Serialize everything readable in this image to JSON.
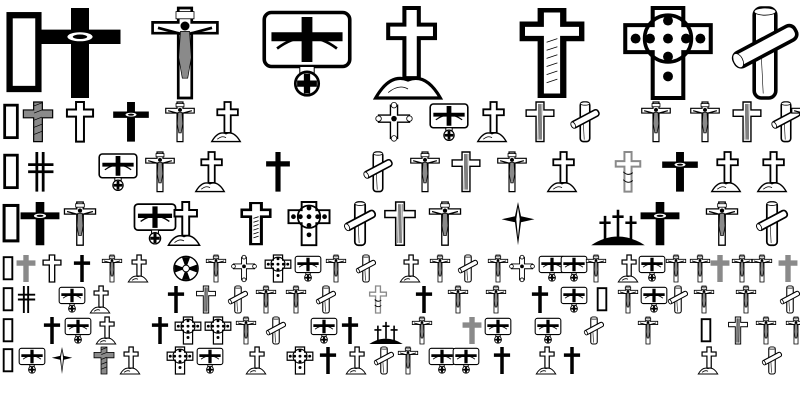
{
  "sheet": {
    "background": "#ffffff",
    "ink": "#000000",
    "ink_gray": "#8a8a8a",
    "rows": [
      {
        "glyphs": [
          "tofu",
          "celtic-cross",
          "crucifix",
          "tribal-cross",
          "hill-cross",
          "bordered-cross",
          "circle-cross",
          "log-cross"
        ]
      },
      {
        "glyphs": [
          "tofu",
          "hatched-cross",
          "outline-cross",
          "celtic-cross",
          "crucifix",
          "hill-cross",
          "ornate-cross",
          "tribal-cross",
          "hill-cross",
          "wood-cross",
          "log-cross",
          "crucifix",
          "crucifix",
          "wood-cross",
          "log-cross",
          "crucifix"
        ]
      },
      {
        "glyphs": [
          "tofu",
          "double-cross",
          "tribal-cross",
          "crucifix",
          "hill-cross",
          "plain-cross",
          "log-cross",
          "crucifix",
          "wood-cross",
          "crucifix",
          "hill-cross",
          "rope-cross",
          "celtic-cross",
          "hill-cross",
          "hill-cross"
        ]
      },
      {
        "glyphs": [
          "tofu",
          "celtic-cross",
          "crucifix",
          "tribal-cross",
          "hill-cross",
          "bordered-cross",
          "circle-cross",
          "log-cross",
          "wood-cross",
          "crucifix",
          "star-cross",
          "calvary",
          "celtic-cross",
          "crucifix",
          "log-cross"
        ]
      },
      {
        "glyphs": [
          "tofu",
          "gray-cross",
          "outline-cross",
          "plain-cross",
          "crucifix",
          "hill-cross",
          "maltese-cross",
          "crucifix",
          "ornate-cross",
          "circle-cross",
          "tribal-cross",
          "crucifix",
          "log-cross",
          "hill-cross",
          "crucifix",
          "log-cross",
          "crucifix",
          "ornate-cross",
          "tribal-cross",
          "tribal-cross",
          "crucifix",
          "hill-cross",
          "tribal-cross",
          "crucifix",
          "crucifix",
          "gray-cross",
          "crucifix",
          "crucifix",
          "gray-cross"
        ]
      },
      {
        "glyphs": [
          "tofu",
          "double-cross",
          "tribal-cross",
          "hill-cross",
          "plain-cross",
          "wood-cross",
          "log-cross",
          "crucifix",
          "crucifix",
          "log-cross",
          "rope-cross",
          "plain-cross",
          "crucifix",
          "crucifix",
          "plain-cross",
          "tribal-cross",
          "tofu",
          "crucifix",
          "tribal-cross",
          "log-cross",
          "crucifix",
          "crucifix",
          "log-cross"
        ]
      },
      {
        "glyphs": [
          "tofu",
          "plain-cross",
          "tribal-cross",
          "hill-cross",
          "plain-cross",
          "circle-cross",
          "circle-cross",
          "crucifix",
          "log-cross",
          "tribal-cross",
          "plain-cross",
          "calvary",
          "crucifix",
          "gray-cross",
          "tribal-cross",
          "tribal-cross",
          "log-cross",
          "crucifix",
          "tofu",
          "wood-cross",
          "crucifix",
          "crucifix"
        ]
      },
      {
        "glyphs": [
          "tofu",
          "tribal-cross",
          "star-cross",
          "hatched-cross",
          "hill-cross",
          "circle-cross",
          "tribal-cross",
          "hill-cross",
          "circle-cross",
          "plain-cross",
          "hill-cross",
          "log-cross",
          "crucifix",
          "tribal-cross",
          "tribal-cross",
          "plain-cross",
          "hill-cross",
          "plain-cross",
          "hill-cross",
          "log-cross"
        ]
      }
    ]
  }
}
